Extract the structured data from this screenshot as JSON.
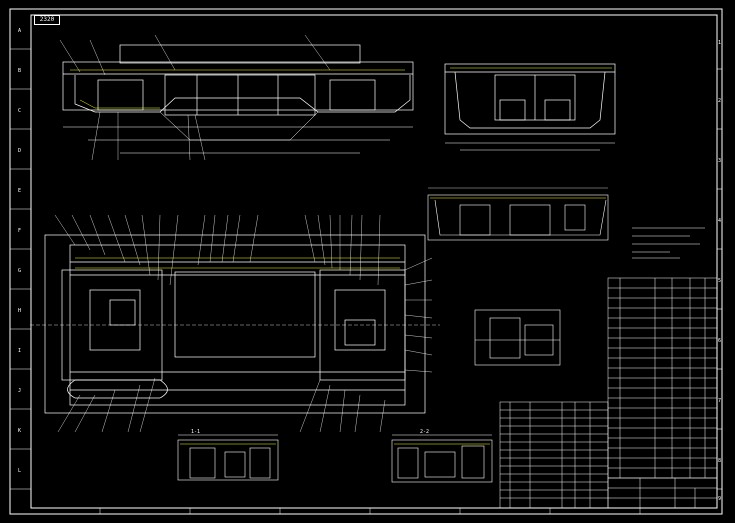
{
  "sheet": {
    "corner_tag": "2320",
    "colors": {
      "background": "#000000",
      "lines": "#ffffff",
      "accent": "#ffff00"
    }
  },
  "border": {
    "left_zones": [
      "A",
      "B",
      "C",
      "D",
      "E",
      "F",
      "G",
      "H",
      "I",
      "J",
      "K",
      "L"
    ],
    "right_zones": [
      "1",
      "2",
      "3",
      "4",
      "5",
      "6",
      "7",
      "8",
      "9"
    ]
  },
  "views": {
    "section_1": "1-1",
    "section_2": "2-2"
  }
}
